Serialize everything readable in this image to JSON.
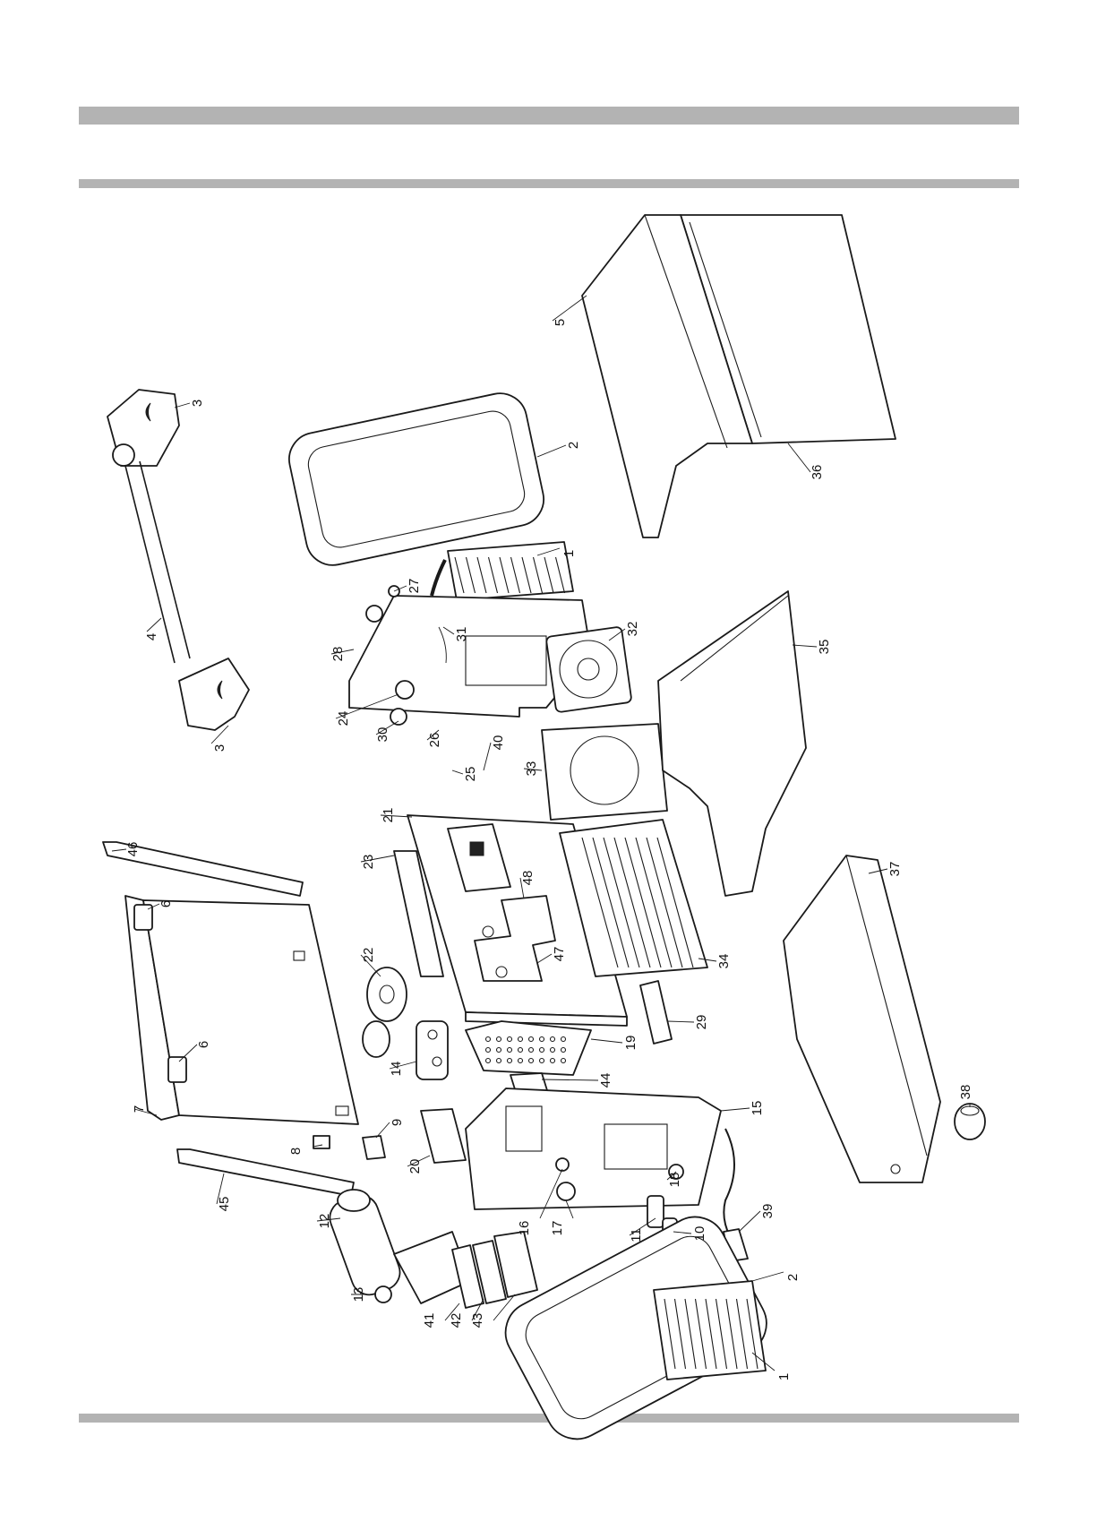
{
  "labels": [
    "1",
    "1",
    "2",
    "2",
    "3",
    "3",
    "4",
    "5",
    "6",
    "6",
    "7",
    "8",
    "9",
    "10",
    "11",
    "12",
    "13",
    "14",
    "15",
    "16",
    "17",
    "18",
    "19",
    "20",
    "21",
    "22",
    "23",
    "24",
    "25",
    "26",
    "27",
    "28",
    "29",
    "30",
    "31",
    "32",
    "33",
    "34",
    "35",
    "36",
    "37",
    "38",
    "39",
    "40",
    "41",
    "42",
    "43",
    "44",
    "45",
    "46",
    "47",
    "48"
  ]
}
